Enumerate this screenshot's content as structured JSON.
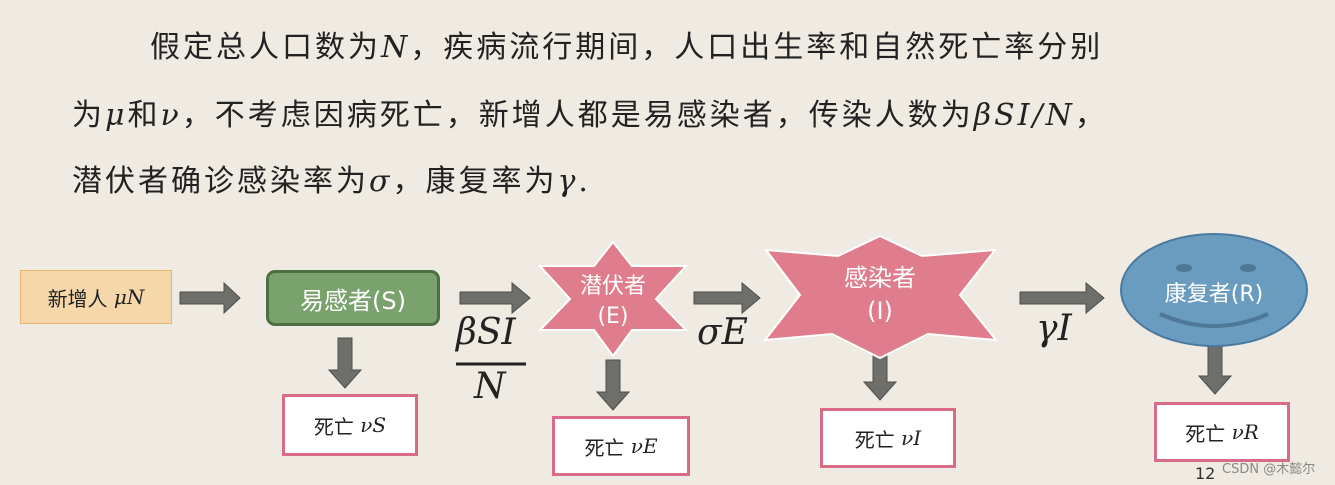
{
  "paragraph": {
    "line1_a": "假定总人口数为",
    "line1_N": "N",
    "line1_b": "，疾病流行期间，人口出生率和自然死亡率分别",
    "line2_a": "为",
    "line2_mu": "μ",
    "line2_b": "和",
    "line2_nu": "ν",
    "line2_c": "，不考虑因病死亡，新增人都是易感染者，传染人数为",
    "line2_beta": "βSI/N",
    "line2_d": "，",
    "line3_a": "潜伏者确诊感染率为",
    "line3_sigma": "σ",
    "line3_b": "，康复率为",
    "line3_gamma": "γ",
    "line3_c": "."
  },
  "diagram": {
    "new": {
      "label": "新增人",
      "rate": "μN"
    },
    "S": {
      "label": "易感者(S)"
    },
    "E": {
      "label": "潜伏者",
      "sub": "(E)"
    },
    "I": {
      "label": "感染者",
      "sub": "(I)"
    },
    "R": {
      "label": "康复者(R)"
    },
    "flow_SE_num": "βSI",
    "flow_SE_den": "N",
    "flow_EI": "σE",
    "flow_IR": "γI",
    "death_label": "死亡",
    "death_S": "νS",
    "death_E": "νE",
    "death_I": "νI",
    "death_R": "νR"
  },
  "footer": {
    "page": "12",
    "watermark": "CSDN @木懿尔"
  },
  "colors": {
    "background": "#efebe3",
    "new_box": "#f6d7a9",
    "susceptible": "#7aa26d",
    "exposed": "#e07d8d",
    "infected": "#e07d8d",
    "recovered": "#6a9cc0",
    "death_border": "#d96b87",
    "arrow": "#6e6e6b"
  }
}
